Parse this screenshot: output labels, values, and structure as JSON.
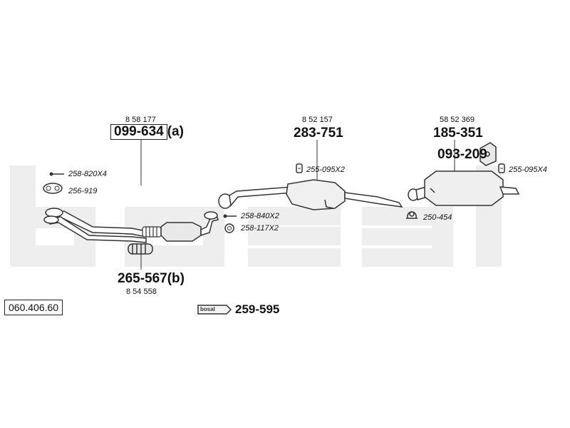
{
  "watermark": {
    "text": "bosal"
  },
  "document_code": "060.406.60",
  "parts": {
    "front_pipe": {
      "part_no": "099-634",
      "suffix": "(a)",
      "ref": "8 58 177"
    },
    "flex_pipe": {
      "part_no": "265-567",
      "suffix": "(b)",
      "ref": "8 54 558"
    },
    "middle_silencer": {
      "part_no": "283-751",
      "ref": "8 52 157"
    },
    "rear_silencer": {
      "part_no": "185-351",
      "ref": "58 52 369"
    },
    "rear_mount": {
      "part_no": "093-209"
    },
    "assembly_paste": {
      "part_no": "259-595",
      "brand": "bosal"
    }
  },
  "fittings": {
    "bolt_front": "258-820X4",
    "gasket_front": "256-919",
    "bolt_cat": "258-840X2",
    "ring_cat": "258-117X2",
    "clamp_middle": "255-095X2",
    "clamp_rear": "255-095X4",
    "rubber_rear": "250-454"
  }
}
